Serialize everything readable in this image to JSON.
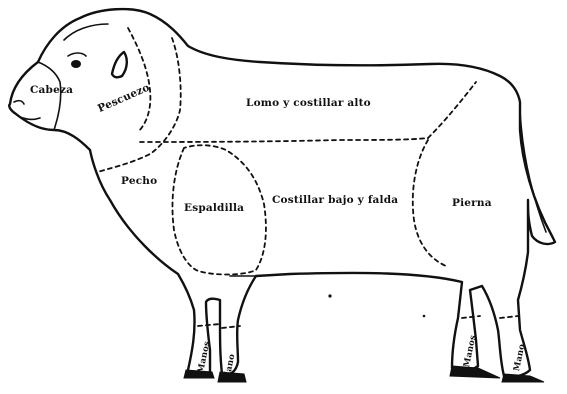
{
  "cuts": {
    "cabeza": "Cabeza",
    "pescuezo": "Pescuezo",
    "lomo": "Lomo y costillar alto",
    "pecho": "Pecho",
    "espaldilla": "Espaldilla",
    "costillar_bajo": "Costillar bajo y falda",
    "pierna": "Pierna",
    "mano_front_left": "Manos",
    "mano_front_right": "Mano",
    "mano_rear_left": "Manos",
    "mano_rear_right": "Mano"
  },
  "colors": {
    "ink": "#111111",
    "background": "#ffffff"
  }
}
